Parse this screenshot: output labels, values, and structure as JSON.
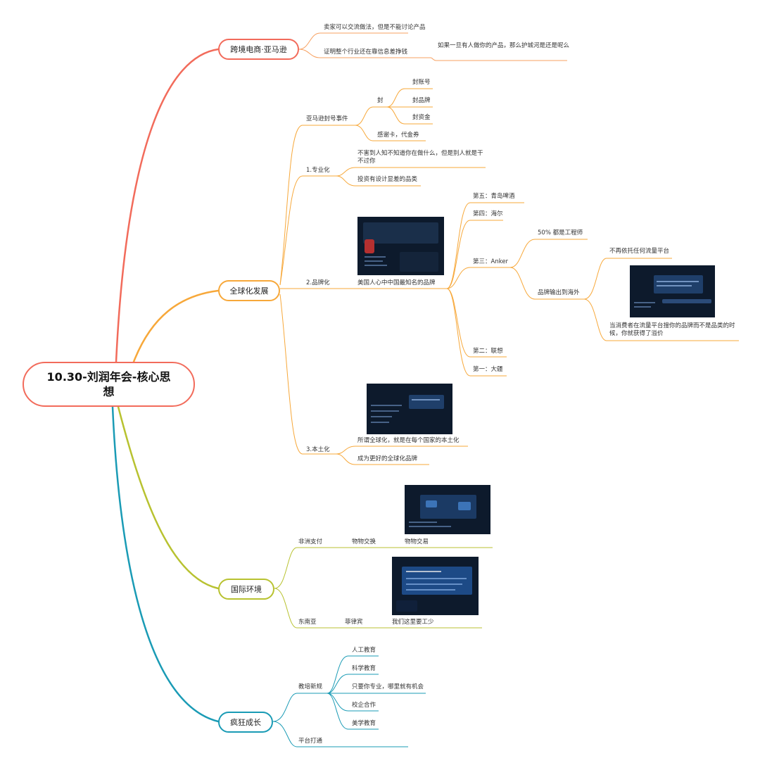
{
  "root": {
    "title": "10.30-刘润年会-核心思想"
  },
  "colors": {
    "red": "#f26b5b",
    "orange": "#f7a83a",
    "olive": "#b8c230",
    "teal": "#1a9bb5"
  },
  "branches": {
    "amazon": {
      "label": "跨境电商·亚马逊",
      "items": [
        "卖家可以交流做法，但是不能讨论产品",
        "证明整个行业还在靠信息差挣钱",
        "如果一旦有人做你的产品，那么护城河是还是呢么"
      ]
    },
    "global": {
      "label": "全球化发展",
      "ban_event": {
        "label": "亚马逊封号事件",
        "seal": "封",
        "seal_items": [
          "封账号",
          "封品牌",
          "封资金"
        ],
        "other": "感谢卡，代金券"
      },
      "professional": {
        "label": "1.专业化",
        "items": [
          "不害到人知不知道你在做什么，但是别人就是干不过你",
          "投资有设计显差的品类"
        ]
      },
      "brand": {
        "label": "2.品牌化",
        "middle": "美国人心中中国最知名的品牌",
        "ranks": [
          "第五：青岛啤酒",
          "第四：海尔",
          "第三：Anker",
          "第二：联想",
          "第一：大疆"
        ],
        "anker_items": [
          "50% 都是工程师",
          "品牌输出到海外"
        ],
        "overseas_items": [
          "不再依托任何流量平台",
          "当消费者在流量平台搜你的品牌而不是品类的时候，你就获得了溢价"
        ]
      },
      "local": {
        "label": "3.本土化",
        "items": [
          "所谓全球化，就是在每个国家的本土化",
          "成为更好的全球化品牌"
        ]
      }
    },
    "intl": {
      "label": "国际环境",
      "africa": {
        "label": "非洲支付",
        "mid": "物物交换",
        "leaf": "物物交易"
      },
      "sea": {
        "label": "东南亚",
        "mid": "菲律宾",
        "leaf": "我们这里要工少"
      }
    },
    "growth": {
      "label": "疯狂成长",
      "edu": {
        "label": "教培新规",
        "items": [
          "人工教育",
          "科学教育",
          "只要你专业，哪里就有机会",
          "校企合作",
          "美学教育"
        ]
      },
      "platform": "平台打通"
    }
  }
}
